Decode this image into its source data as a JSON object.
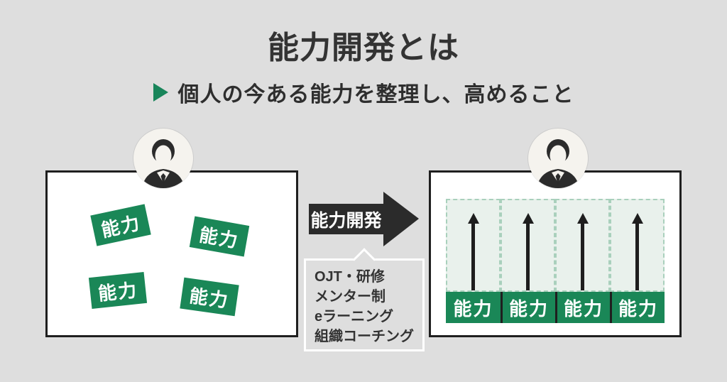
{
  "title": "能力開発とは",
  "subtitle": "個人の今ある能力を整理し、高めること",
  "colors": {
    "background": "#dedede",
    "green": "#1a8757",
    "light_green": "#e9f1ec",
    "dashed_green": "#a9d0bc",
    "dark": "#2b2b2b",
    "white": "#ffffff",
    "avatar_bg": "#f5f3ee"
  },
  "before_box": {
    "tags": [
      "能力",
      "能力",
      "能力",
      "能力"
    ]
  },
  "process": {
    "arrow_label": "能力開発",
    "methods": [
      "OJT・研修",
      "メンター制",
      "eラーニング",
      "組織コーチング"
    ]
  },
  "after_box": {
    "labels": [
      "能力",
      "能力",
      "能力",
      "能力"
    ]
  }
}
